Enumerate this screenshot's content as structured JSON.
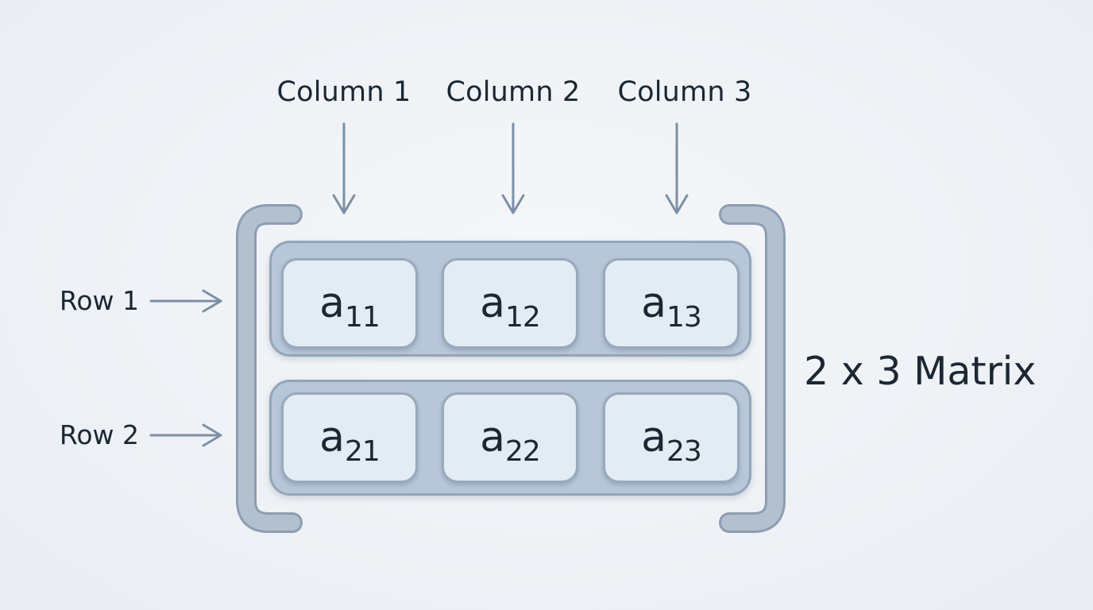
{
  "columns": [
    {
      "label": "Column 1"
    },
    {
      "label": "Column 2"
    },
    {
      "label": "Column 3"
    }
  ],
  "rows": [
    {
      "label": "Row 1"
    },
    {
      "label": "Row 2"
    }
  ],
  "matrix": {
    "title": "2 x 3 Matrix",
    "element_symbol": "a",
    "elements": [
      [
        {
          "sub": "11"
        },
        {
          "sub": "12"
        },
        {
          "sub": "13"
        }
      ],
      [
        {
          "sub": "21"
        },
        {
          "sub": "22"
        },
        {
          "sub": "23"
        }
      ]
    ]
  },
  "colors": {
    "background": "#eef1f5",
    "text": "#1b2733",
    "arrow": "#7d8fa6",
    "bracket": "#a6b4c6",
    "row_band": "#b8c7d8",
    "cell": "#e3ebf3"
  },
  "icons": {
    "column_arrow": "arrow-down-icon",
    "row_arrow": "arrow-right-icon",
    "bracket": "square-bracket-icon"
  }
}
